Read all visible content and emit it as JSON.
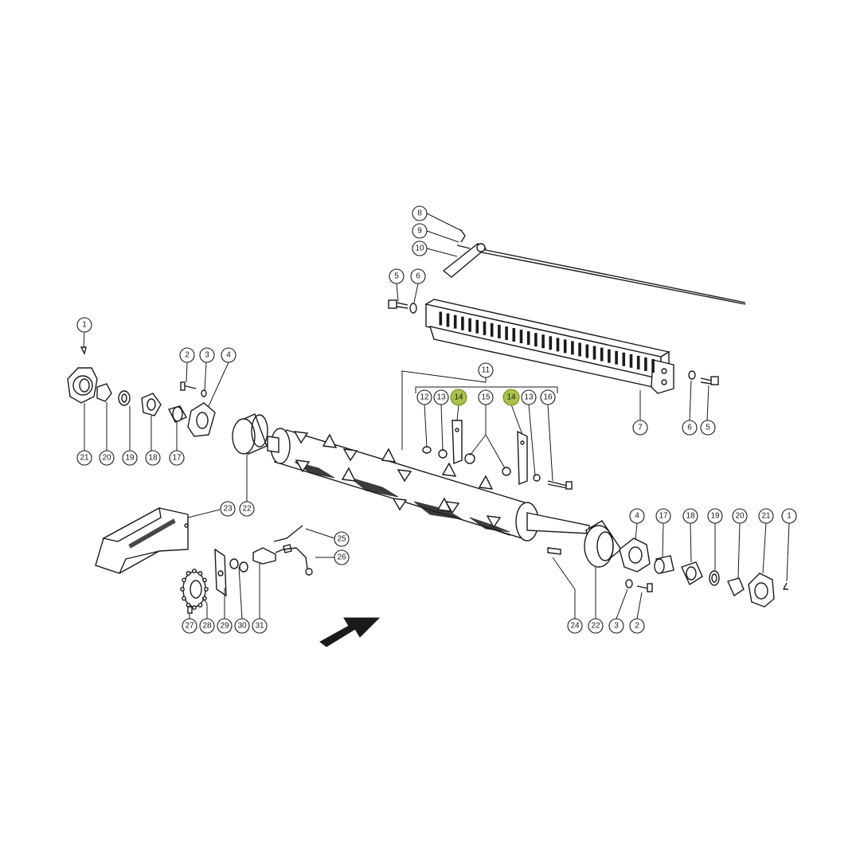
{
  "highlight_color": "#a9c34a",
  "callouts": [
    {
      "id": "c1-left",
      "label": "1"
    },
    {
      "id": "c2-left",
      "label": "2"
    },
    {
      "id": "c3-left",
      "label": "3"
    },
    {
      "id": "c4-left",
      "label": "4"
    },
    {
      "id": "c5-top",
      "label": "5"
    },
    {
      "id": "c6-top",
      "label": "6"
    },
    {
      "id": "c7",
      "label": "7"
    },
    {
      "id": "c6-right",
      "label": "6"
    },
    {
      "id": "c5-right",
      "label": "5"
    },
    {
      "id": "c8",
      "label": "8"
    },
    {
      "id": "c9",
      "label": "9"
    },
    {
      "id": "c10",
      "label": "10"
    },
    {
      "id": "c11",
      "label": "11"
    },
    {
      "id": "c12",
      "label": "12"
    },
    {
      "id": "c13-a",
      "label": "13"
    },
    {
      "id": "c14-a",
      "label": "14",
      "highlighted": true
    },
    {
      "id": "c15",
      "label": "15"
    },
    {
      "id": "c14-b",
      "label": "14",
      "highlighted": true
    },
    {
      "id": "c13-b",
      "label": "13"
    },
    {
      "id": "c16",
      "label": "16"
    },
    {
      "id": "c21-left",
      "label": "21"
    },
    {
      "id": "c20-left",
      "label": "20"
    },
    {
      "id": "c19-left",
      "label": "19"
    },
    {
      "id": "c18-left",
      "label": "18"
    },
    {
      "id": "c17-left",
      "label": "17"
    },
    {
      "id": "c22-left",
      "label": "22"
    },
    {
      "id": "c23",
      "label": "23"
    },
    {
      "id": "c25",
      "label": "25"
    },
    {
      "id": "c26",
      "label": "26"
    },
    {
      "id": "c27",
      "label": "27"
    },
    {
      "id": "c28",
      "label": "28"
    },
    {
      "id": "c29",
      "label": "29"
    },
    {
      "id": "c30",
      "label": "30"
    },
    {
      "id": "c31",
      "label": "31"
    },
    {
      "id": "c4-right",
      "label": "4"
    },
    {
      "id": "c17-right",
      "label": "17"
    },
    {
      "id": "c18-right",
      "label": "18"
    },
    {
      "id": "c19-right",
      "label": "19"
    },
    {
      "id": "c20-right",
      "label": "20"
    },
    {
      "id": "c21-right",
      "label": "21"
    },
    {
      "id": "c1-right",
      "label": "1"
    },
    {
      "id": "c24",
      "label": "24"
    },
    {
      "id": "c22-right",
      "label": "22"
    },
    {
      "id": "c3-right",
      "label": "3"
    },
    {
      "id": "c2-right",
      "label": "2"
    }
  ]
}
